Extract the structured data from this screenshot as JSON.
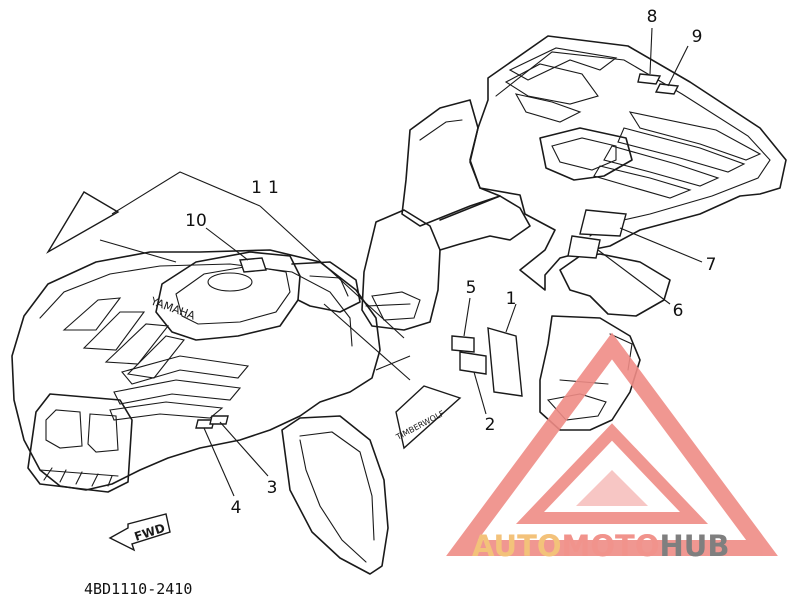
{
  "diagram": {
    "part_code": "4BD1110-2410",
    "fwd_label": "FWD",
    "emblem_text": "YAMAHA",
    "decal_text": "TIMBERWOLF",
    "callouts": [
      "1",
      "2",
      "3",
      "4",
      "5",
      "6",
      "7",
      "8",
      "9",
      "10",
      "11"
    ]
  },
  "watermark": {
    "part1": "AUTO",
    "part2": "MOTO",
    "part3": "HUB",
    "colors": {
      "auto": "#f3c27a",
      "moto": "#f1938c",
      "hub": "#7f7f7f",
      "logo": "#ef8c86"
    }
  }
}
